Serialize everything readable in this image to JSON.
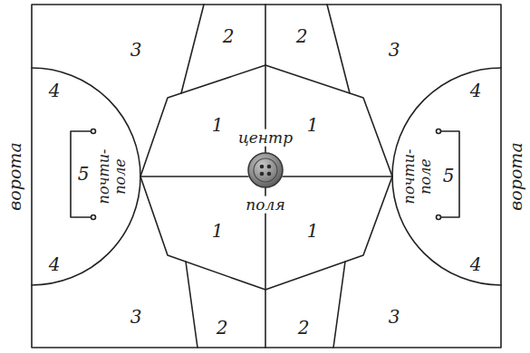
{
  "diagram": {
    "labels": [
      "3",
      "2",
      "2",
      "3",
      "4",
      "1",
      "1",
      "4",
      "центр",
      "ворота",
      "5",
      "почти- поле",
      "почти- поле",
      "5",
      "ворота",
      "поля",
      "1",
      "1",
      "4",
      "4",
      "3",
      "2",
      "2",
      "3"
    ]
  }
}
